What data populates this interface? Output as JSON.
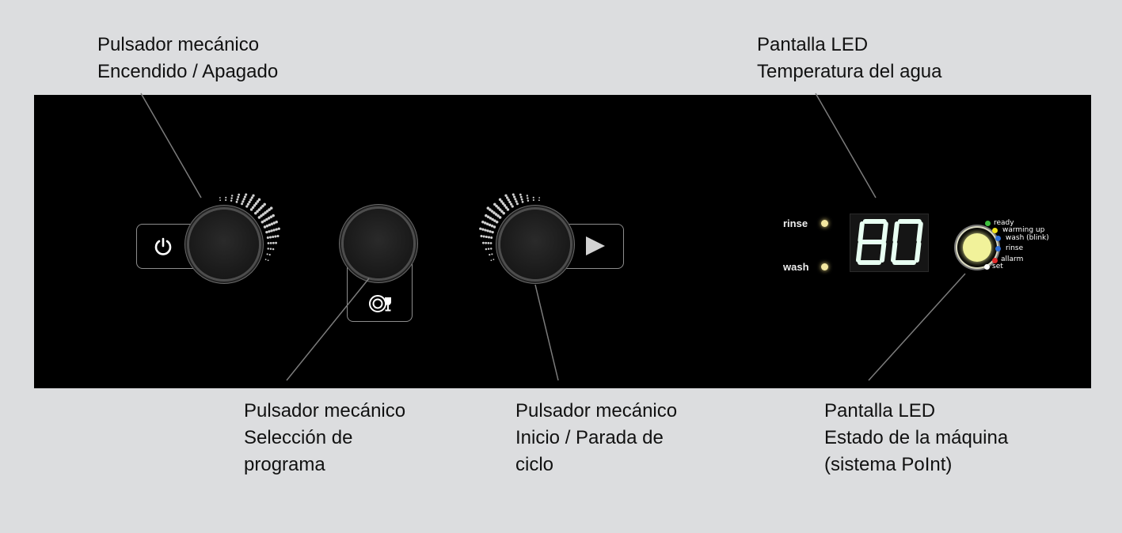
{
  "callouts": {
    "power": {
      "line1": "Pulsador mecánico",
      "line2": "Encendido / Apagado"
    },
    "temperature": {
      "line1": "Pantalla LED",
      "line2": "Temperatura del agua"
    },
    "program": {
      "line1": "Pulsador mecánico",
      "line2": "Selección de",
      "line3": "programa"
    },
    "start": {
      "line1": "Pulsador mecánico",
      "line2": "Inicio / Parada de",
      "line3": "ciclo"
    },
    "status": {
      "line1": "Pantalla LED",
      "line2": "Estado de la máquina",
      "line3": "(sistema PoInt)"
    }
  },
  "display": {
    "temperature_value": "80",
    "indicators": [
      {
        "label": "rinse",
        "color": "#f3e7a0"
      },
      {
        "label": "wash",
        "color": "#f3e7a0"
      }
    ]
  },
  "status_legend": [
    {
      "label": "ready",
      "color": "#3fbf3f"
    },
    {
      "label": "warming up",
      "color": "#f2e51c"
    },
    {
      "label": "wash (blink)",
      "color": "#2f6fd8"
    },
    {
      "label": "rinse",
      "color": "#2f6fd8"
    },
    {
      "label": "allarm",
      "color": "#e02b2b"
    },
    {
      "label": "set",
      "color": "#ffffff"
    }
  ],
  "colors": {
    "background": "#dcdddf",
    "panel": "#000000",
    "segment_lit": "#e8fff2",
    "status_light": "#f1f29a"
  },
  "icons": {
    "power": "power-icon",
    "program": "dish-glass-icon",
    "start": "play-icon"
  }
}
